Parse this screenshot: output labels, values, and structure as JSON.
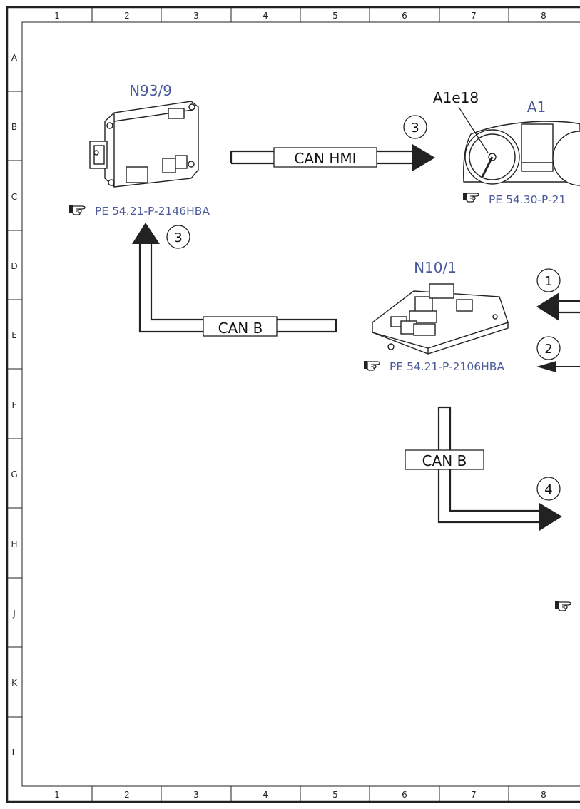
{
  "grid": {
    "columns": [
      "1",
      "2",
      "3",
      "4",
      "5",
      "6",
      "7",
      "8"
    ],
    "rows": [
      "A",
      "B",
      "C",
      "D",
      "E",
      "F",
      "G",
      "H",
      "J",
      "K",
      "L"
    ]
  },
  "components": {
    "n93": {
      "label": "N93/9",
      "ref": "PE 54.21-P-2146HBA"
    },
    "a1": {
      "label": "A1",
      "sub_label": "A1e18",
      "ref": "PE 54.30-P-21"
    },
    "n10": {
      "label": "N10/1",
      "ref": "PE 54.21-P-2106HBA"
    }
  },
  "connections": {
    "can_hmi": {
      "label": "CAN HMI",
      "step": "3"
    },
    "can_b_left": {
      "label": "CAN B",
      "step": "3"
    },
    "can_b_down": {
      "label": "CAN B",
      "step": "4"
    }
  },
  "steps": {
    "one": "1",
    "two": "2"
  },
  "colors": {
    "accent": "#4a5a9c",
    "line": "#222222"
  },
  "icons": [
    "pointing-hand-icon",
    "control-unit-drawing",
    "instrument-cluster-drawing",
    "sam-module-drawing"
  ]
}
